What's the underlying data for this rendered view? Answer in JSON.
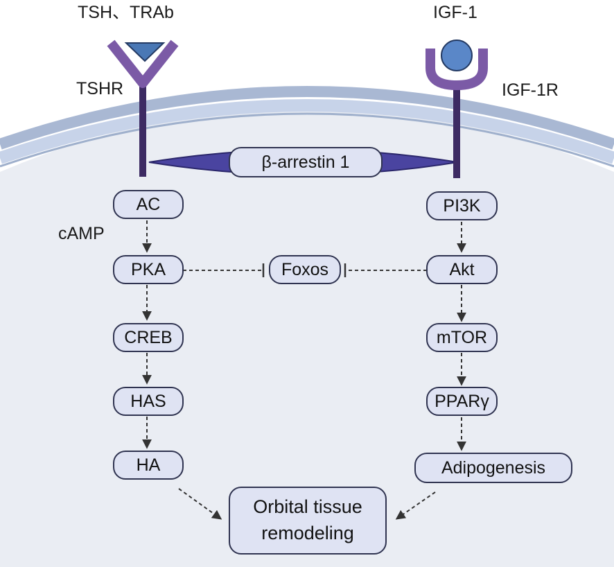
{
  "ligands": {
    "left": "TSH、TRAb",
    "right": "IGF-1"
  },
  "receptors": {
    "left": "TSHR",
    "right": "IGF-1R"
  },
  "scaffold": "β-arrestin 1",
  "second_messenger": "cAMP",
  "left_pathway": [
    "AC",
    "PKA",
    "CREB",
    "HAS",
    "HA"
  ],
  "right_pathway": [
    "PI3K",
    "Akt",
    "mTOR",
    "PPARγ",
    "Adipogenesis"
  ],
  "inhibited_node": "Foxos",
  "outcome": {
    "line1": "Orbital tissue",
    "line2": "remodeling"
  },
  "colors": {
    "membrane_outer": "#aebbd6",
    "membrane_inner": "#c9d5ea",
    "cytoplasm": "#eaedf3",
    "receptor": "#3d2b63",
    "receptor_arm": "#7b5aa6",
    "igf1_ligand": "#5a87c8",
    "tsh_ligand": "#4a78b5",
    "arrestin": "#3d3a8f",
    "node_fill": "#dfe3f3",
    "node_border": "#2f3350"
  }
}
